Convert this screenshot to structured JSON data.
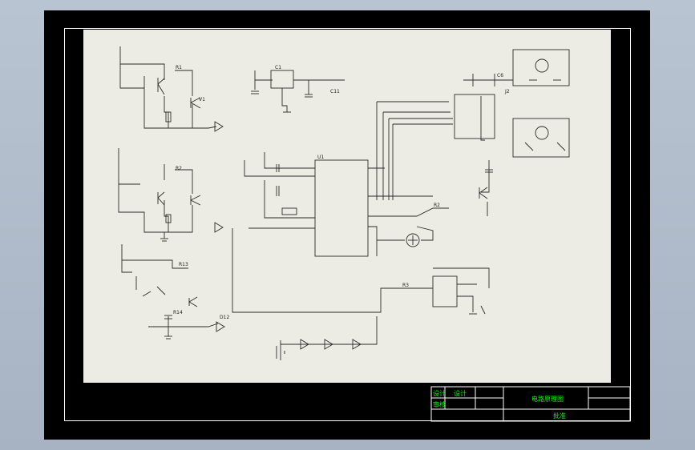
{
  "colors": {
    "background": "#b0bccb",
    "frame": "#000000",
    "sheet": "#ecece4",
    "wire": "#2a2a2a",
    "title_text": "#00ff00",
    "border": "#ffffff"
  },
  "labels": {
    "r_top": "R1",
    "v1": "V1",
    "r_mid": "R2",
    "c1": "C1",
    "c11": "C11",
    "u1": "U1",
    "r2": "R2",
    "r3": "R3",
    "j2": "J2",
    "c6": "C6",
    "r13": "R13",
    "r14": "R14",
    "d12": "D12"
  },
  "title_block": {
    "name_label": "设计",
    "name_value": "电路原理图",
    "approve_label": "审核",
    "approve_value": "批准"
  }
}
